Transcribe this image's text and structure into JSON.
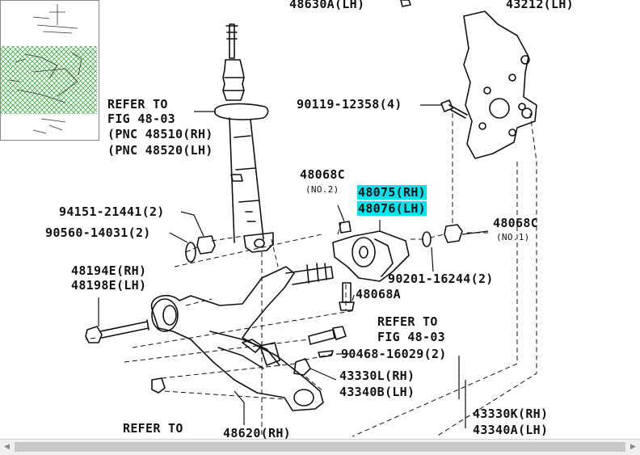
{
  "labels": {
    "p48630a": "48630A(LH)",
    "p43212": "43212(LH)",
    "refer1_a": "REFER TO",
    "refer1_b": "FIG 48-03",
    "refer1_c": "(PNC 48510(RH)",
    "refer1_d": "(PNC 48520(LH)",
    "p90119": "90119-12358(4)",
    "p48068c_top": "48068C",
    "no2": "(NO.2)",
    "p48075": "48075(RH)",
    "p48076": "48076(LH)",
    "p94151": "94151-21441(2)",
    "p90560": "90560-14031(2)",
    "p48068c_right": "48068C",
    "no1": "(NO.1)",
    "p48194e": "48194E(RH)",
    "p48198e": "48198E(LH)",
    "p90201": "90201-16244(2)",
    "p48068a": "48068A",
    "refer2_a": "REFER TO",
    "refer2_b": "FIG 48-03",
    "p90468": "90468-16029(2)",
    "p43330l": "43330L(RH)",
    "p43340b": "43340B(LH)",
    "refer3_a": "REFER TO",
    "p48620": "48620(RH)",
    "p43330k": "43330K(RH)",
    "p43340a": "43340A(LH)"
  },
  "colors": {
    "highlight": "#00e5ee",
    "thumbnail_hatch": "#3cb043",
    "ink": "#111111"
  },
  "scrollbar": {
    "left_icon": "scroll-left-arrow-icon",
    "right_icon": "scroll-right-arrow-icon"
  }
}
